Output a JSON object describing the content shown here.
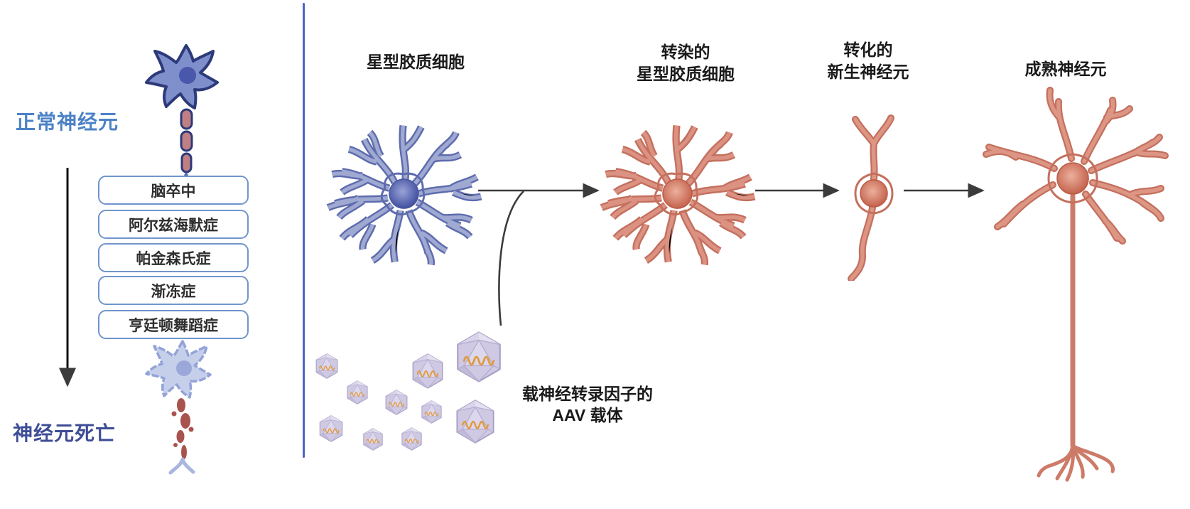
{
  "left_panel": {
    "normal_neuron_label": "正常神经元",
    "death_label": "神经元死亡",
    "diseases": [
      "脑卒中",
      "阿尔兹海默症",
      "帕金森氏症",
      "渐冻症",
      "亨廷顿舞蹈症"
    ]
  },
  "flow": {
    "stage1_label": "星型胶质细胞",
    "stage2_label_line1": "转染的",
    "stage2_label_line2": "星型胶质细胞",
    "stage3_label_line1": "转化的",
    "stage3_label_line2": "新生神经元",
    "stage4_label": "成熟神经元",
    "aav_label_line1": "载神经转录因子的",
    "aav_label_line2": "AAV 载体"
  },
  "colors": {
    "divider_blue": "#4E63C9",
    "normal_label_blue": "#4C82C6",
    "death_label_indigo": "#3E4D96",
    "disease_box_border": "#7095CB",
    "astrocyte_blue_fill": "#9FA9D1",
    "astrocyte_blue_outline": "#5E6CAE",
    "astrocyte_salmon_fill": "#DC9282",
    "astrocyte_salmon_outline": "#C4705E",
    "aav_capsid_lavender": "#CFC9E3",
    "aav_genome_orange": "#E09A3E",
    "arrow_dark": "#3B3B3B",
    "axon_rose": "#C07F83"
  }
}
